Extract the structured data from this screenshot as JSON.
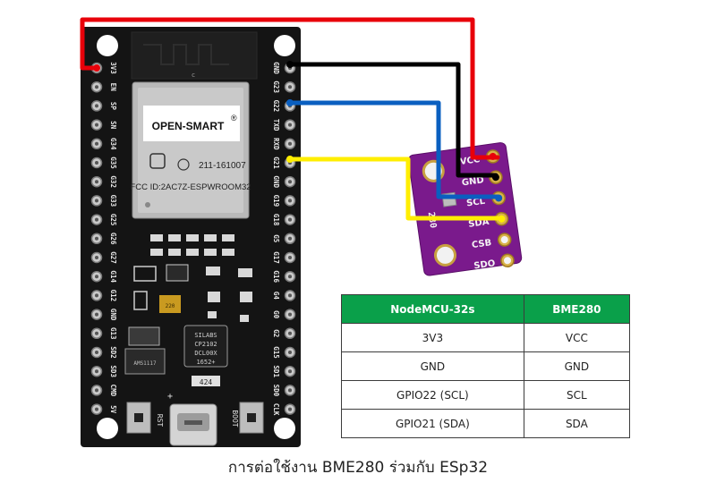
{
  "board": {
    "module_brand": "OPEN-SMART",
    "registered_mark": "®",
    "cert_code": "211-161007",
    "fcc_id": "FCC ID:2AC7Z-ESPWROOM32",
    "antenna_mark": "c",
    "left_pins": [
      "3V3",
      "EN",
      "SP",
      "SN",
      "G34",
      "G35",
      "G32",
      "G33",
      "G25",
      "G26",
      "G27",
      "G14",
      "G12",
      "GND",
      "G13",
      "SD2",
      "SD3",
      "CMD",
      "5V"
    ],
    "right_pins": [
      "GND",
      "G23",
      "G22",
      "TXD",
      "RXD",
      "G21",
      "GND",
      "G19",
      "G18",
      "G5",
      "G17",
      "G16",
      "G4",
      "G0",
      "G2",
      "G15",
      "SD1",
      "SD0",
      "CLK"
    ],
    "rst_label": "RST",
    "boot_label": "BOOT",
    "plus_label": "+",
    "regulator_label": "AMS1117",
    "usb_chip_lines": [
      "SILABS",
      "CP2102",
      "DCL00X",
      "1652+"
    ],
    "cap_label": "220",
    "part_424": "424"
  },
  "sensor": {
    "pins": [
      "VCC",
      "GND",
      "SCL",
      "SDA",
      "CSB",
      "SDO"
    ],
    "side_text": "280"
  },
  "wire_colors": {
    "vcc": "#e8000a",
    "gnd": "#000000",
    "scl": "#0a5fc0",
    "sda": "#ffee00"
  },
  "table": {
    "headers": [
      "NodeMCU-32s",
      "BME280"
    ],
    "rows": [
      [
        "3V3",
        "VCC"
      ],
      [
        "GND",
        "GND"
      ],
      [
        "GPIO22 (SCL)",
        "SCL"
      ],
      [
        "GPIO21 (SDA)",
        "SDA"
      ]
    ],
    "header_color": "#0aa04a"
  },
  "caption": "การต่อใช้งาน BME280 ร่วมกับ ESp32"
}
